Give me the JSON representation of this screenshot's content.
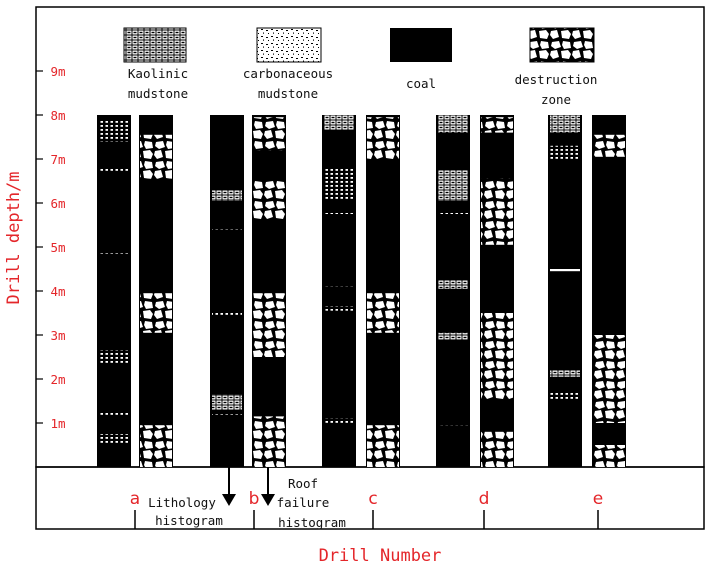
{
  "axis": {
    "y_label": "Drill depth/m",
    "x_label": "Drill Number",
    "ticks": [
      "1m",
      "2m",
      "3m",
      "4m",
      "5m",
      "6m",
      "7m",
      "8m",
      "9m"
    ]
  },
  "legend": [
    {
      "key": "kaolinic",
      "label_lines": [
        "Kaolinic",
        "mudstone"
      ]
    },
    {
      "key": "carbonaceous",
      "label_lines": [
        "carbonaceous",
        "mudstone"
      ]
    },
    {
      "key": "coal",
      "label_lines": [
        "coal"
      ]
    },
    {
      "key": "destruction",
      "label_lines": [
        "destruction",
        "zone"
      ]
    }
  ],
  "annotations": {
    "lithology": [
      "Lithology",
      "histogram"
    ],
    "roof_failure": [
      "Roof",
      "failure",
      "histogram"
    ]
  },
  "drills": [
    {
      "id": "a",
      "lithology": [
        {
          "type": "carbonaceous",
          "top": 7.9,
          "bottom": 7.4
        },
        {
          "type": "carbonaceous",
          "top": 6.8,
          "bottom": 6.7
        },
        {
          "type": "carbonaceous",
          "top": 4.9,
          "bottom": 4.85
        },
        {
          "type": "carbonaceous",
          "top": 2.65,
          "bottom": 2.35
        },
        {
          "type": "carbonaceous",
          "top": 1.25,
          "bottom": 1.15
        },
        {
          "type": "carbonaceous",
          "top": 0.75,
          "bottom": 0.5
        }
      ],
      "failure": [
        {
          "top": 7.55,
          "bottom": 6.55
        },
        {
          "top": 3.95,
          "bottom": 3.05
        },
        {
          "top": 0.95,
          "bottom": 0.0
        }
      ]
    },
    {
      "id": "b",
      "lithology": [
        {
          "type": "kaolinic",
          "top": 6.3,
          "bottom": 6.05
        },
        {
          "type": "carbonaceous",
          "top": 5.45,
          "bottom": 5.4
        },
        {
          "type": "carbonaceous",
          "top": 3.5,
          "bottom": 3.45
        },
        {
          "type": "kaolinic",
          "top": 1.65,
          "bottom": 1.3
        },
        {
          "type": "carbonaceous",
          "top": 1.2,
          "bottom": 1.15
        }
      ],
      "failure": [
        {
          "top": 7.95,
          "bottom": 7.2
        },
        {
          "top": 6.5,
          "bottom": 5.6
        },
        {
          "top": 3.95,
          "bottom": 2.5
        },
        {
          "top": 1.15,
          "bottom": 0.0
        }
      ]
    },
    {
      "id": "c",
      "lithology": [
        {
          "type": "kaolinic",
          "top": 8.0,
          "bottom": 7.65
        },
        {
          "type": "carbonaceous",
          "top": 6.8,
          "bottom": 6.05
        },
        {
          "type": "carbonaceous",
          "top": 5.8,
          "bottom": 5.75
        },
        {
          "type": "carbonaceous",
          "top": 4.1,
          "bottom": 4.05
        },
        {
          "type": "carbonaceous",
          "top": 3.65,
          "bottom": 3.55
        },
        {
          "type": "carbonaceous",
          "top": 1.1,
          "bottom": 1.0
        }
      ],
      "failure": [
        {
          "top": 7.95,
          "bottom": 7.0
        },
        {
          "top": 3.95,
          "bottom": 3.05
        },
        {
          "top": 0.95,
          "bottom": 0.0
        }
      ]
    },
    {
      "id": "d",
      "lithology": [
        {
          "type": "kaolinic",
          "top": 8.0,
          "bottom": 7.6
        },
        {
          "type": "kaolinic",
          "top": 6.75,
          "bottom": 6.05
        },
        {
          "type": "carbonaceous",
          "top": 5.8,
          "bottom": 5.75
        },
        {
          "type": "carbonaceous",
          "top": 4.2,
          "bottom": 4.15
        },
        {
          "type": "kaolinic",
          "top": 4.25,
          "bottom": 4.05
        },
        {
          "type": "kaolinic",
          "top": 3.05,
          "bottom": 2.9
        },
        {
          "type": "carbonaceous",
          "top": 1.0,
          "bottom": 0.95
        }
      ],
      "failure": [
        {
          "top": 7.95,
          "bottom": 7.6
        },
        {
          "top": 6.55,
          "bottom": 5.05
        },
        {
          "top": 3.5,
          "bottom": 1.5
        },
        {
          "top": 0.8,
          "bottom": 0.0
        }
      ]
    },
    {
      "id": "e",
      "lithology": [
        {
          "type": "kaolinic",
          "top": 8.0,
          "bottom": 7.6
        },
        {
          "type": "carbonaceous",
          "top": 7.3,
          "bottom": 7.0
        },
        {
          "type": "coalwhite",
          "top": 4.5,
          "bottom": 4.45
        },
        {
          "type": "kaolinic",
          "top": 2.2,
          "bottom": 2.05
        },
        {
          "type": "carbonaceous",
          "top": 1.7,
          "bottom": 1.5
        }
      ],
      "failure": [
        {
          "top": 7.55,
          "bottom": 7.05
        },
        {
          "top": 3.0,
          "bottom": 1.0
        },
        {
          "top": 0.5,
          "bottom": 0.0
        }
      ]
    }
  ]
}
